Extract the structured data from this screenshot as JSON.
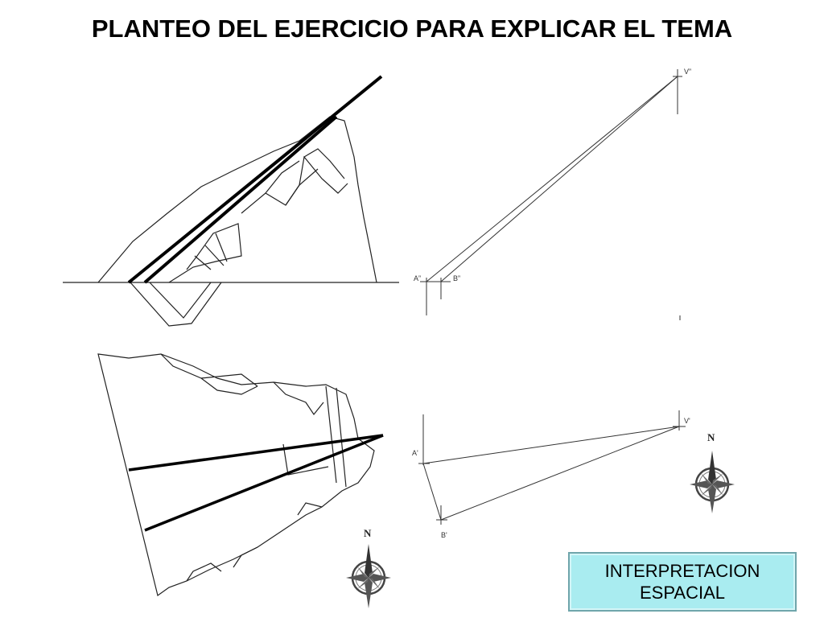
{
  "title": "PLANTEO DEL EJERCICIO PARA EXPLICAR EL TEMA",
  "labels": {
    "elevation_a": "A”",
    "elevation_b": "B”",
    "elevation_v": "V”",
    "plan_a": "A'",
    "plan_b": "B'",
    "plan_v": "V'",
    "north_top": "N",
    "north_bottom": "N"
  },
  "note": {
    "line1": "INTERPRETACION",
    "line2": "ESPACIAL"
  },
  "colors": {
    "box_fill": "#a9ecf0",
    "box_border": "#6fa5ab"
  }
}
